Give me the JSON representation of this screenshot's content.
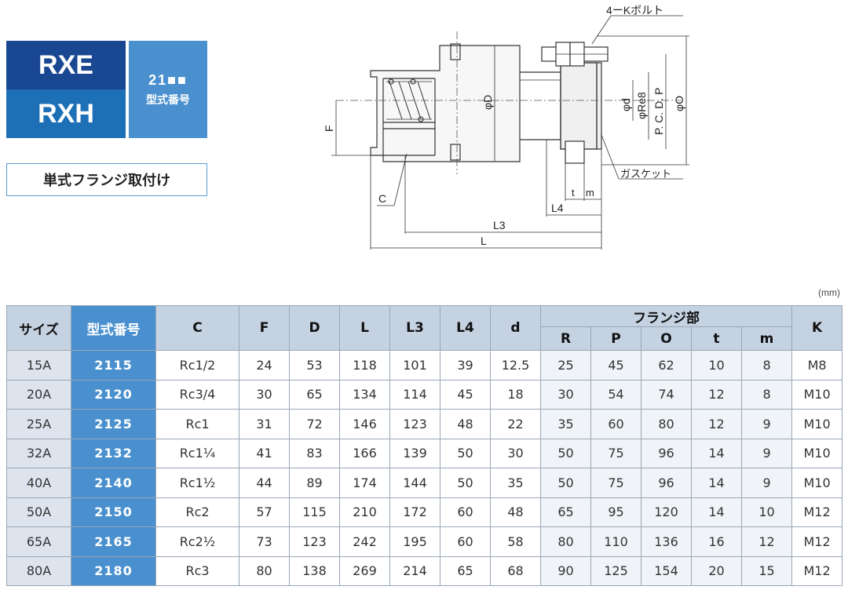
{
  "badge": {
    "series1": "RXE",
    "series2": "RXH",
    "code": "21■■",
    "model_label": "型式番号"
  },
  "mounting": "単式フランジ取付け",
  "drawing": {
    "bolt_label": "4ーKボルト",
    "gasket_label": "ガスケット",
    "labels": {
      "F": "F",
      "C": "C",
      "D": "φD",
      "d": "φd",
      "Re": "φRe8",
      "PCD": "P. C. D. P",
      "O": "φO",
      "t": "t",
      "m": "m",
      "L4": "L4",
      "L3": "L3",
      "L": "L"
    }
  },
  "unit": "(mm)",
  "table": {
    "headers": {
      "size": "サイズ",
      "model": "型式番号",
      "C": "C",
      "F": "F",
      "D": "D",
      "L": "L",
      "L3": "L3",
      "L4": "L4",
      "d": "d",
      "flange": "フランジ部",
      "R": "R",
      "P": "P",
      "O": "O",
      "t": "t",
      "m": "m",
      "K": "K"
    },
    "rows": [
      {
        "size": "15A",
        "model": "2115",
        "C": "Rc1/2",
        "F": "24",
        "D": "53",
        "L": "118",
        "L3": "101",
        "L4": "39",
        "d": "12.5",
        "R": "25",
        "P": "45",
        "O": "62",
        "t": "10",
        "m": "8",
        "K": "M8"
      },
      {
        "size": "20A",
        "model": "2120",
        "C": "Rc3/4",
        "F": "30",
        "D": "65",
        "L": "134",
        "L3": "114",
        "L4": "45",
        "d": "18",
        "R": "30",
        "P": "54",
        "O": "74",
        "t": "12",
        "m": "8",
        "K": "M10"
      },
      {
        "size": "25A",
        "model": "2125",
        "C": "Rc1",
        "F": "31",
        "D": "72",
        "L": "146",
        "L3": "123",
        "L4": "48",
        "d": "22",
        "R": "35",
        "P": "60",
        "O": "80",
        "t": "12",
        "m": "9",
        "K": "M10"
      },
      {
        "size": "32A",
        "model": "2132",
        "C": "Rc1¼",
        "F": "41",
        "D": "83",
        "L": "166",
        "L3": "139",
        "L4": "50",
        "d": "30",
        "R": "50",
        "P": "75",
        "O": "96",
        "t": "14",
        "m": "9",
        "K": "M10"
      },
      {
        "size": "40A",
        "model": "2140",
        "C": "Rc1½",
        "F": "44",
        "D": "89",
        "L": "174",
        "L3": "144",
        "L4": "50",
        "d": "35",
        "R": "50",
        "P": "75",
        "O": "96",
        "t": "14",
        "m": "9",
        "K": "M10"
      },
      {
        "size": "50A",
        "model": "2150",
        "C": "Rc2",
        "F": "57",
        "D": "115",
        "L": "210",
        "L3": "172",
        "L4": "60",
        "d": "48",
        "R": "65",
        "P": "95",
        "O": "120",
        "t": "14",
        "m": "10",
        "K": "M12"
      },
      {
        "size": "65A",
        "model": "2165",
        "C": "Rc2½",
        "F": "73",
        "D": "123",
        "L": "242",
        "L3": "195",
        "L4": "60",
        "d": "58",
        "R": "80",
        "P": "110",
        "O": "136",
        "t": "16",
        "m": "12",
        "K": "M12"
      },
      {
        "size": "80A",
        "model": "2180",
        "C": "Rc3",
        "F": "80",
        "D": "138",
        "L": "269",
        "L3": "214",
        "L4": "65",
        "d": "68",
        "R": "90",
        "P": "125",
        "O": "154",
        "t": "20",
        "m": "15",
        "K": "M12"
      }
    ]
  }
}
